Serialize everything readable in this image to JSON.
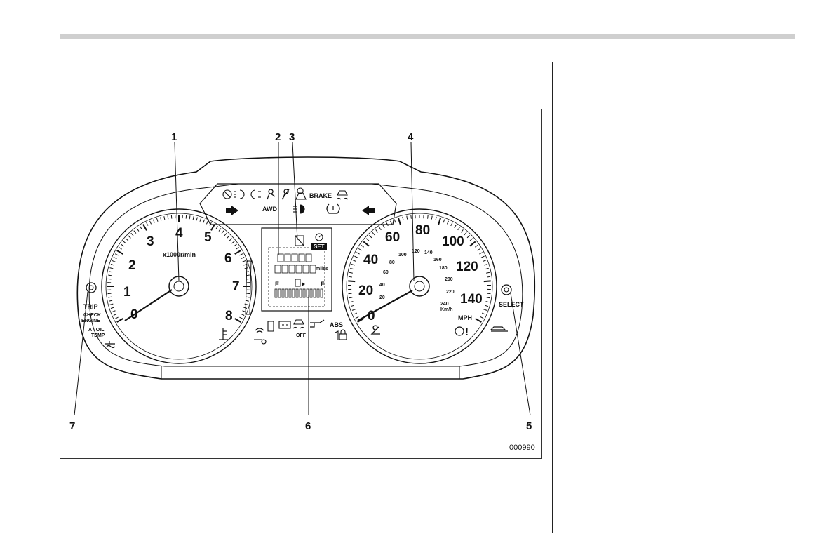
{
  "figure": {
    "id": "000990",
    "callouts": [
      "1",
      "2",
      "3",
      "4",
      "5",
      "6",
      "7"
    ]
  },
  "tachometer": {
    "unit_label": "x1000r/min",
    "numbers": [
      "0",
      "1",
      "2",
      "3",
      "4",
      "5",
      "6",
      "7",
      "8"
    ]
  },
  "speedometer": {
    "mph_numbers": [
      "0",
      "20",
      "40",
      "60",
      "80",
      "100",
      "120",
      "140"
    ],
    "kmh_numbers": [
      "20",
      "40",
      "60",
      "80",
      "100",
      "120",
      "140",
      "160",
      "180",
      "200",
      "220",
      "240"
    ],
    "kmh_unit": "Km/h",
    "mph_unit": "MPH"
  },
  "center_display": {
    "set_label": "SET",
    "miles_label": "miles",
    "fuel_empty": "E",
    "fuel_full": "F"
  },
  "warning_lights": {
    "brake": "BRAKE",
    "awd": "AWD",
    "abs": "ABS",
    "off": "OFF"
  },
  "left_labels": {
    "trip": "TRIP",
    "check_engine_1": "CHECK",
    "check_engine_2": "ENGINE",
    "at_oil_1": "AT OIL",
    "at_oil_2": "TEMP"
  },
  "right_labels": {
    "select": "SELECT"
  },
  "colors": {
    "line": "#111111",
    "rule": "#cfcfcf"
  }
}
